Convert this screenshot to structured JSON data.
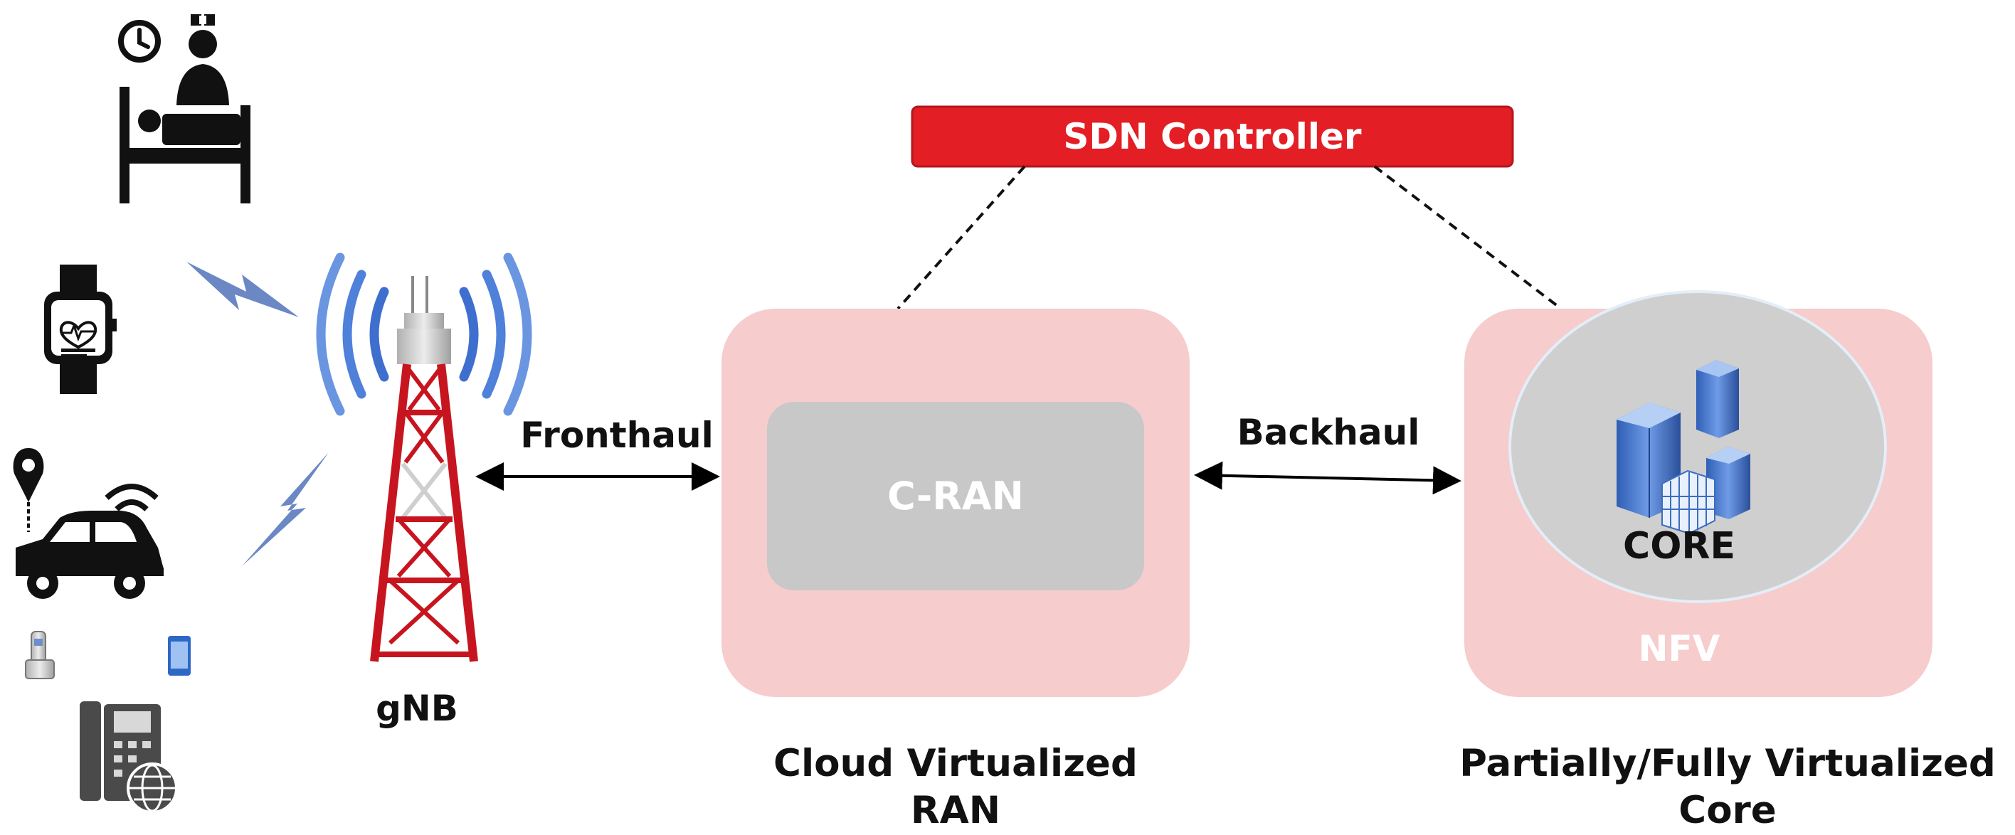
{
  "controller": {
    "label": "SDN Controller",
    "color": "#e31e24"
  },
  "ran": {
    "inner_label": "C-RAN",
    "caption_line1": "Cloud Virtualized",
    "caption_line2": "RAN",
    "box_color": "#f6cccc"
  },
  "core": {
    "inner_label": "CORE",
    "platform_label": "NFV",
    "caption_line1": "Partially/Fully Virtualized",
    "caption_line2": "Core"
  },
  "links": {
    "fronthaul": "Fronthaul",
    "backhaul": "Backhaul"
  },
  "base_station": {
    "label": "gNB"
  },
  "devices": {
    "icons": [
      "hospital-bed-icon",
      "smartwatch-icon",
      "connected-car-icon",
      "cordless-phone-icon",
      "smartphone-icon",
      "ip-phone-icon"
    ]
  }
}
